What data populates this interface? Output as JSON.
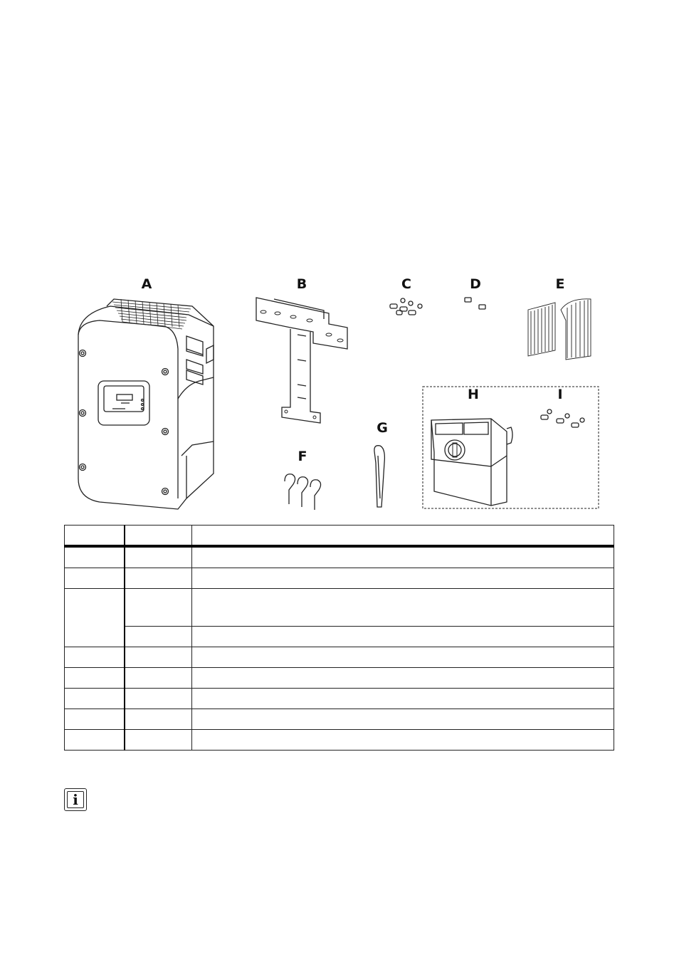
{
  "figure": {
    "labels": [
      "A",
      "B",
      "C",
      "D",
      "E",
      "F",
      "G",
      "H",
      "I"
    ]
  },
  "table": {
    "headers": [
      "",
      "",
      ""
    ],
    "rows": [
      [
        "",
        "",
        ""
      ],
      [
        "",
        "",
        ""
      ],
      [
        "",
        "",
        ""
      ],
      [
        "",
        ""
      ],
      [
        "",
        "",
        ""
      ],
      [
        "",
        "",
        ""
      ],
      [
        "",
        "",
        ""
      ],
      [
        "",
        "",
        ""
      ],
      [
        "",
        "",
        ""
      ]
    ]
  },
  "note": {
    "icon": "info-icon",
    "glyph": "i"
  }
}
